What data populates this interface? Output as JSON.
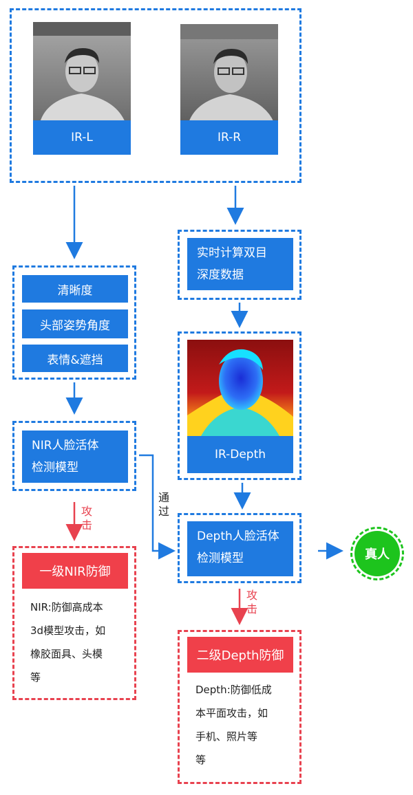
{
  "camera": {
    "left_label": "IR-L",
    "right_label": "IR-R"
  },
  "quality_checks": [
    "清晰度",
    "头部姿势角度",
    "表情&遮挡"
  ],
  "nir_model": "NIR人脸活体\n检测模型",
  "depth_compute": "实时计算双目\n深度数据",
  "depth_image_label": "IR-Depth",
  "depth_model": "Depth人脸活体\n检测模型",
  "pass_label": "通\n过",
  "attack_label": "攻\n击",
  "real_person": "真人",
  "nir_defense": {
    "title": "一级NIR防御",
    "desc": "NIR:防御高成本\n3d模型攻击，如\n橡胶面具、头模\n等"
  },
  "depth_defense": {
    "title": "二级Depth防御",
    "desc": "Depth:防御低成\n本平面攻击，如\n手机、照片等\n等"
  },
  "colors": {
    "blue": "#1f7ae0",
    "red": "#e8424f",
    "green": "#1dc41d"
  }
}
